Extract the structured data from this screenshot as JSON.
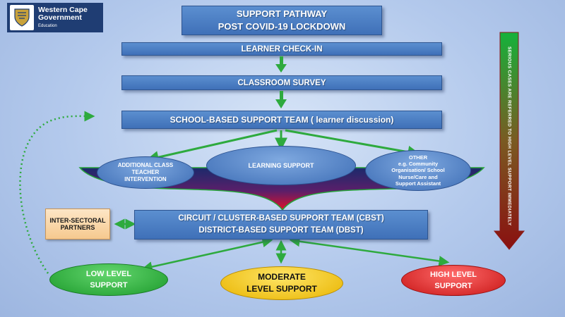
{
  "logo": {
    "line1": "Western Cape",
    "line2": "Government",
    "line3": "Education"
  },
  "title": {
    "line1": "SUPPORT PATHWAY",
    "line2": "POST COVID-19 LOCKDOWN"
  },
  "steps": {
    "checkin": "LEARNER CHECK-IN",
    "survey": "CLASSROOM SURVEY",
    "sbst": "SCHOOL-BASED SUPPORT TEAM ( learner discussion)"
  },
  "branches": {
    "additional": [
      "ADDITIONAL CLASS",
      "TEACHER",
      "INTERVENTION"
    ],
    "learning": "LEARNING SUPPORT",
    "other": [
      "OTHER",
      "e.g.   Community",
      "Organisation/ School",
      "Nurse/Care and",
      "Support Assistant"
    ]
  },
  "partners": [
    "INTER-SECTORAL",
    "PARTNERS"
  ],
  "district": {
    "line1": "CIRCUIT / CLUSTER-BASED SUPPORT TEAM (CBST)",
    "line2": "DISTRICT-BASED SUPPORT TEAM (DBST)"
  },
  "levels": {
    "low": [
      "LOW LEVEL",
      "SUPPORT"
    ],
    "moderate": [
      "MODERATE",
      "LEVEL SUPPORT"
    ],
    "high": [
      "HIGH LEVEL",
      "SUPPORT"
    ]
  },
  "side_note": "SERIOUS CASES ARE REFERRED TO HIGH LEVEL SUPPORT IMMEDIATELY",
  "colors": {
    "arrow_green": "#2eaa3e",
    "box_blue": "#4a7cc4",
    "low": "#2fb63e",
    "moderate": "#f2c400",
    "high": "#d92323"
  }
}
